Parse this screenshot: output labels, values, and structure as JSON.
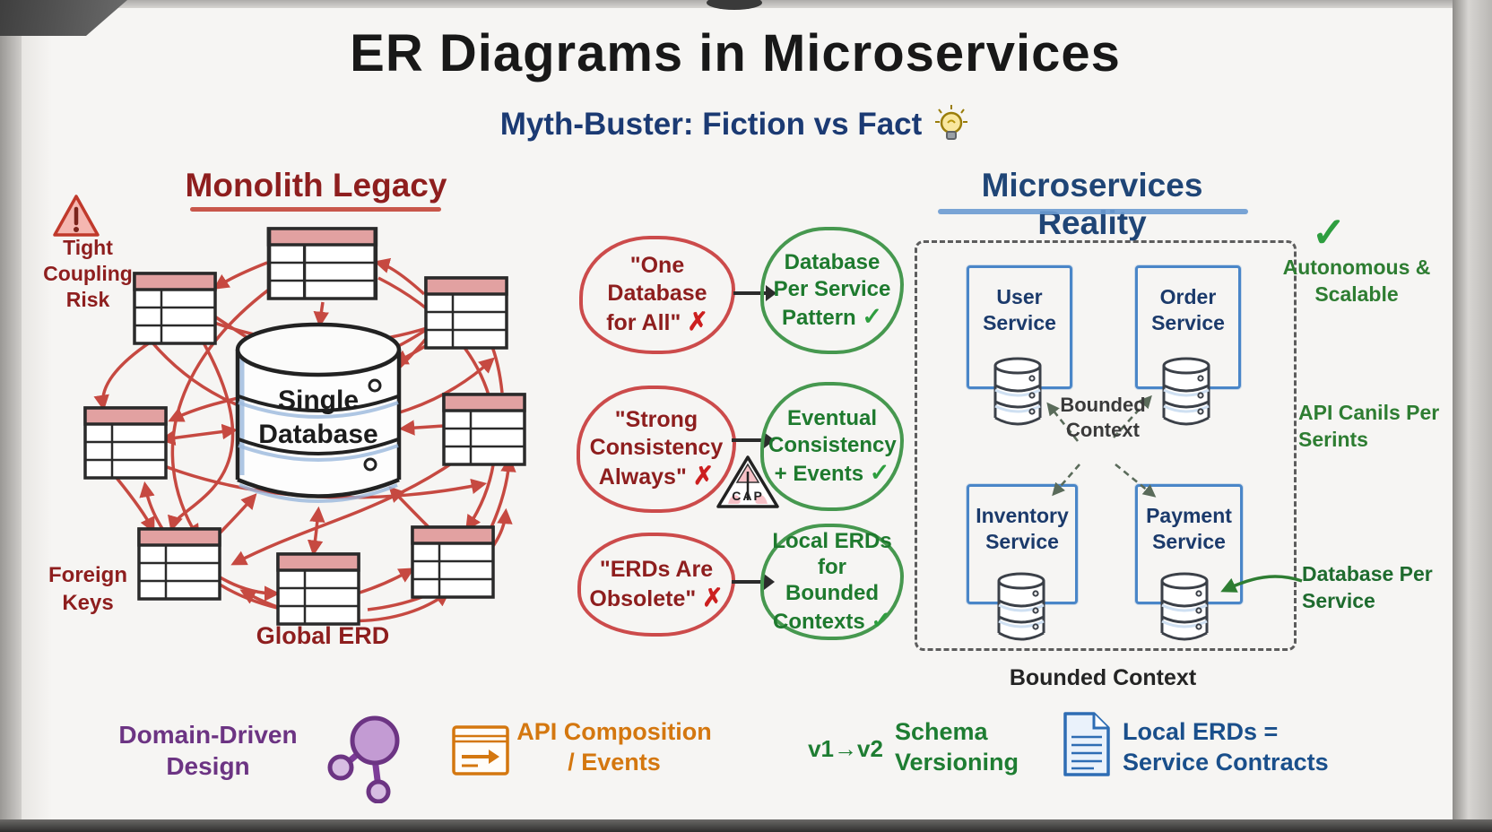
{
  "header": {
    "title": "ER Diagrams in Microservices",
    "subtitle": "Myth-Buster: Fiction vs Fact",
    "subtitle_icon": "lightbulb"
  },
  "monolith": {
    "heading": "Monolith Legacy",
    "warning_icon": "warning-triangle",
    "warning_label": "Tight Coupling Risk",
    "database_label": "Single Database",
    "foreign_keys_label": "Foreign Keys",
    "global_erd_label": "Global ERD"
  },
  "myths": {
    "myth_mark": "✗",
    "fact_mark": "✓",
    "rows": [
      {
        "myth": "\"One Database for All\"",
        "fact": "Database Per Service Pattern"
      },
      {
        "myth": "\"Strong Consistency Always\"",
        "fact": "Eventual Consistency + Events",
        "badge": "CAP"
      },
      {
        "myth": "\"ERDs Are Obsolete\"",
        "fact": "Local ERDs for Bounded Contexts"
      }
    ]
  },
  "microservices": {
    "heading": "Microservices Reality",
    "services": [
      {
        "name": "User Service"
      },
      {
        "name": "Order Service"
      },
      {
        "name": "Inventory Service"
      },
      {
        "name": "Payment Service"
      }
    ],
    "center_label": "Bounded Context",
    "bottom_label": "Bounded Context",
    "check_mark": "✓",
    "autonomous_label": "Autonomous & Scalable",
    "api_calls_label": "API Canils Per Serints",
    "db_per_service_label": "Database Per Service"
  },
  "legend": {
    "ddd_label": "Domain-Driven Design",
    "ddd_icon": "molecule",
    "api_label": "API Composition / Events",
    "api_icon": "api-card",
    "version_prefix": "v1→v2",
    "schema_label": "Schema Versioning",
    "erd_icon": "document",
    "erd_label": "Local ERDs = Service Contracts"
  },
  "colors": {
    "myth_red": "#cc4b4b",
    "fact_green": "#46984f",
    "monolith_red": "#8e1e1e",
    "micro_blue": "#1f4576",
    "arrow_red": "#c23b32",
    "purple": "#6c3483",
    "orange": "#d4770f",
    "erd_blue": "#1a4f8b"
  }
}
